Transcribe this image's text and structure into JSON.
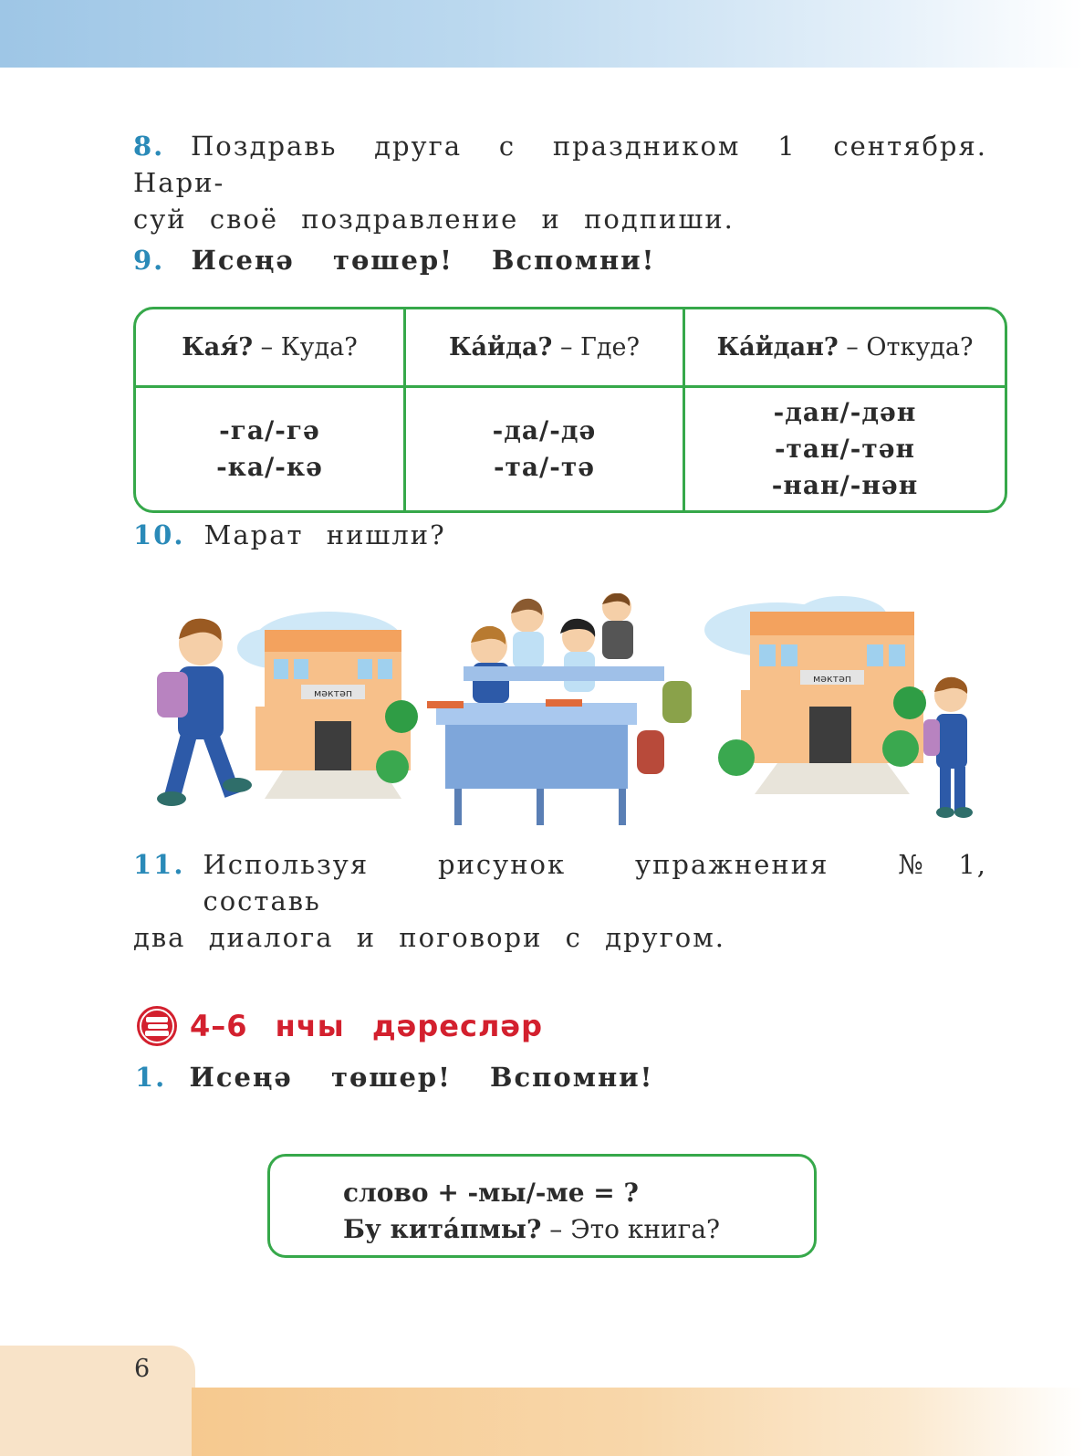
{
  "page_number": "6",
  "ex8": {
    "num": "8.",
    "line1": "Поздравь друга с праздником 1 сентября. Нари-",
    "line2": "суй своё поздравление и подпиши."
  },
  "ex9": {
    "num": "9.",
    "text": "Исеңә төшер! Вспомни!"
  },
  "table": {
    "headers": [
      {
        "tatar": "Кая́?",
        "dash": " – ",
        "russian": "Куда?"
      },
      {
        "tatar": "Ка́йда?",
        "dash": " – ",
        "russian": "Где?"
      },
      {
        "tatar": "Ка́йдан?",
        "dash": " – ",
        "russian": "Откуда?"
      }
    ],
    "col1": [
      "-га/-гә",
      "-ка/-кә"
    ],
    "col2": [
      "-да/-дә",
      "-та/-тә"
    ],
    "col3": [
      "-дан/-дән",
      "-тан/-тән",
      "-нан/-нән"
    ]
  },
  "ex10": {
    "num": "10.",
    "text": "Марат нишли?"
  },
  "illustrations": {
    "school_sign": "мәктәп"
  },
  "ex11": {
    "num": "11.",
    "line1": "Используя рисунок упражнения №1, составь",
    "line2": "два диалога и поговори с другом."
  },
  "lesson": {
    "title": "4–6 нчы дәресләр",
    "icon": "books-icon"
  },
  "ex1": {
    "num": "1.",
    "text": "Исеңә төшер! Вспомни!"
  },
  "rule": {
    "line1": "слово + -мы/-ме = ?",
    "line2_bold": "Бу кита́пмы?",
    "line2_dash": " – ",
    "line2_plain": "Это книга?"
  },
  "colors": {
    "exercise_number": "#2a8ab8",
    "frame_green": "#36a84a",
    "lesson_red": "#d3202e"
  }
}
